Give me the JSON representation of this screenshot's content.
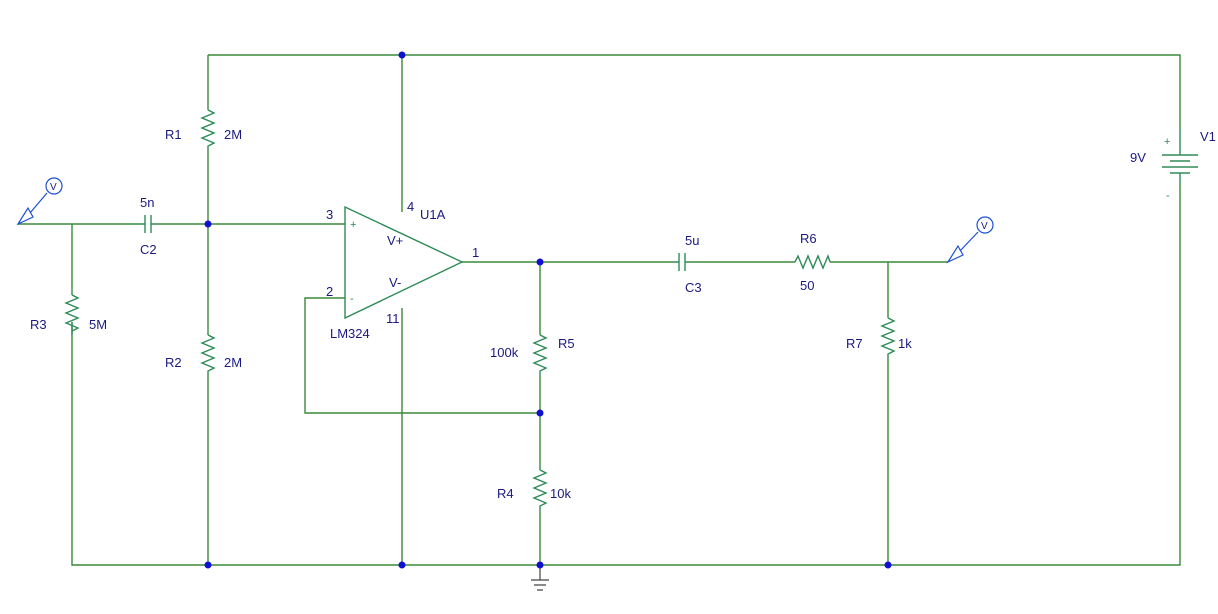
{
  "components": {
    "R1": {
      "ref": "R1",
      "value": "2M"
    },
    "R2": {
      "ref": "R2",
      "value": "2M"
    },
    "R3": {
      "ref": "R3",
      "value": "5M"
    },
    "R4": {
      "ref": "R4",
      "value": "10k"
    },
    "R5": {
      "ref": "R5",
      "value": "100k"
    },
    "R6": {
      "ref": "R6",
      "value": "50"
    },
    "R7": {
      "ref": "R7",
      "value": "1k"
    },
    "C2": {
      "ref": "C2",
      "value": "5n"
    },
    "C3": {
      "ref": "C3",
      "value": "5u"
    },
    "V1": {
      "ref": "V1",
      "value": "9V",
      "plus": "+",
      "minus": "-"
    },
    "U1": {
      "ref": "U1A",
      "part": "LM324",
      "in_plus": "+",
      "in_minus": "-",
      "vplus": "V+",
      "vminus": "V-"
    }
  },
  "pins": {
    "p1": "1",
    "p2": "2",
    "p3": "3",
    "p4": "4",
    "p11": "11"
  },
  "probes": {
    "input": "V",
    "output": "V"
  },
  "colors": {
    "wire": "#3a8a3a",
    "part": "#2e8b57",
    "label": "#1a1a80",
    "junction": "#1010d0",
    "probe": "#1a4fd6"
  }
}
